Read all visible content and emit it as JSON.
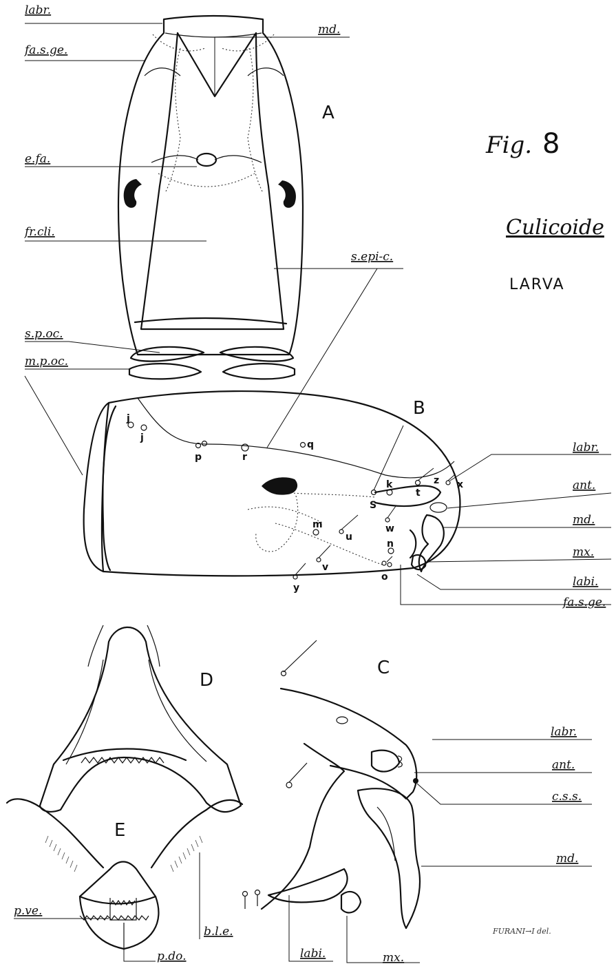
{
  "figure": {
    "fig_label": "Fig.",
    "fig_number": "8",
    "species": "Culicoide",
    "stage": "LARVA",
    "signature": "FURANI→I del."
  },
  "panels": {
    "A": "A",
    "B": "B",
    "C": "C",
    "D": "D",
    "E": "E"
  },
  "labels_A": {
    "labr": "labr.",
    "md": "md.",
    "fa_s_ge": "fa.s.ge.",
    "e_fa": "e.fa.",
    "fr_cli": "fr.cli.",
    "s_epi_c": "s.epi-c.",
    "s_p_oc": "s.p.oc.",
    "m_p_oc": "m.p.oc."
  },
  "labels_B": {
    "labr": "labr.",
    "ant": "ant.",
    "md": "md.",
    "mx": "mx.",
    "labi": "labi.",
    "fa_s_ge": "fa.s.ge."
  },
  "setae_B": {
    "j1": "j",
    "j2": "j",
    "p": "p",
    "r": "r",
    "q": "q",
    "s": "S",
    "k": "k",
    "t": "t",
    "z": "z",
    "x": "x",
    "m": "m",
    "u": "u",
    "w": "w",
    "v": "v",
    "n": "n",
    "o": "o",
    "y": "y"
  },
  "labels_C": {
    "labr": "labr.",
    "ant": "ant.",
    "c_s_s": "c.s.s.",
    "md": "md.",
    "labi": "labi.",
    "mx": "mx."
  },
  "labels_E": {
    "p_ve": "p.ve.",
    "b_l_e": "b.l.e.",
    "p_do": "p.do."
  }
}
